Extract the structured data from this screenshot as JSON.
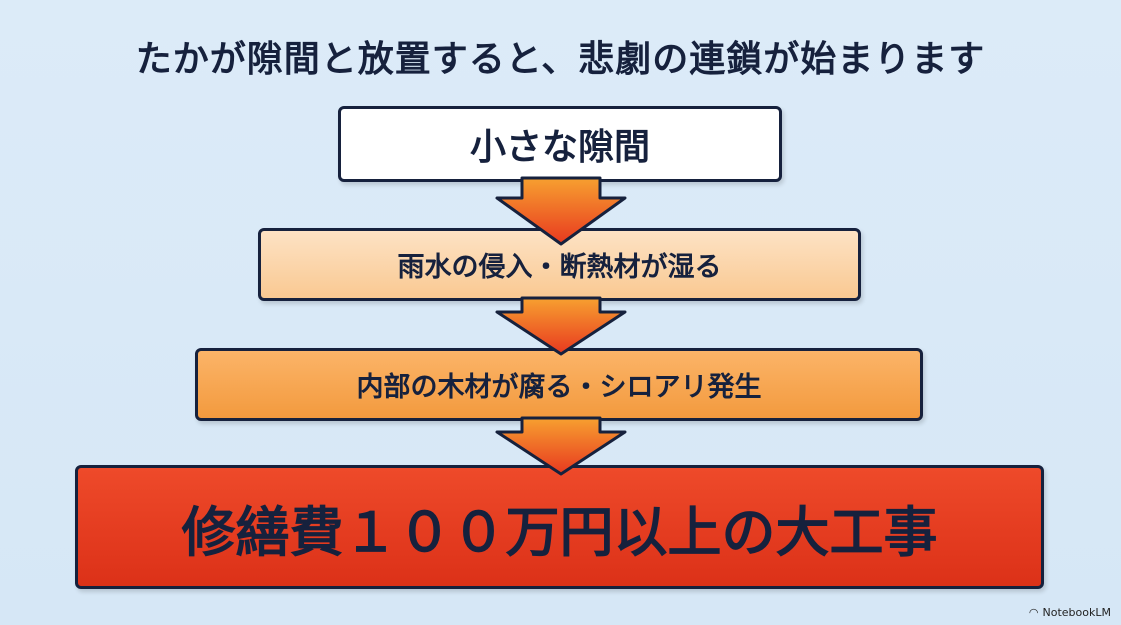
{
  "title": "たかが隙間と放置すると、悲劇の連鎖が始まります",
  "steps": [
    "小さな隙間",
    "雨水の侵入・断熱材が湿る",
    "内部の木材が腐る・シロアリ発生",
    "修繕費１００万円以上の大工事"
  ],
  "colors": {
    "navy": "#16213d",
    "arrow_top": "#f7a030",
    "arrow_bottom": "#e8391f"
  },
  "watermark": "NotebookLM"
}
